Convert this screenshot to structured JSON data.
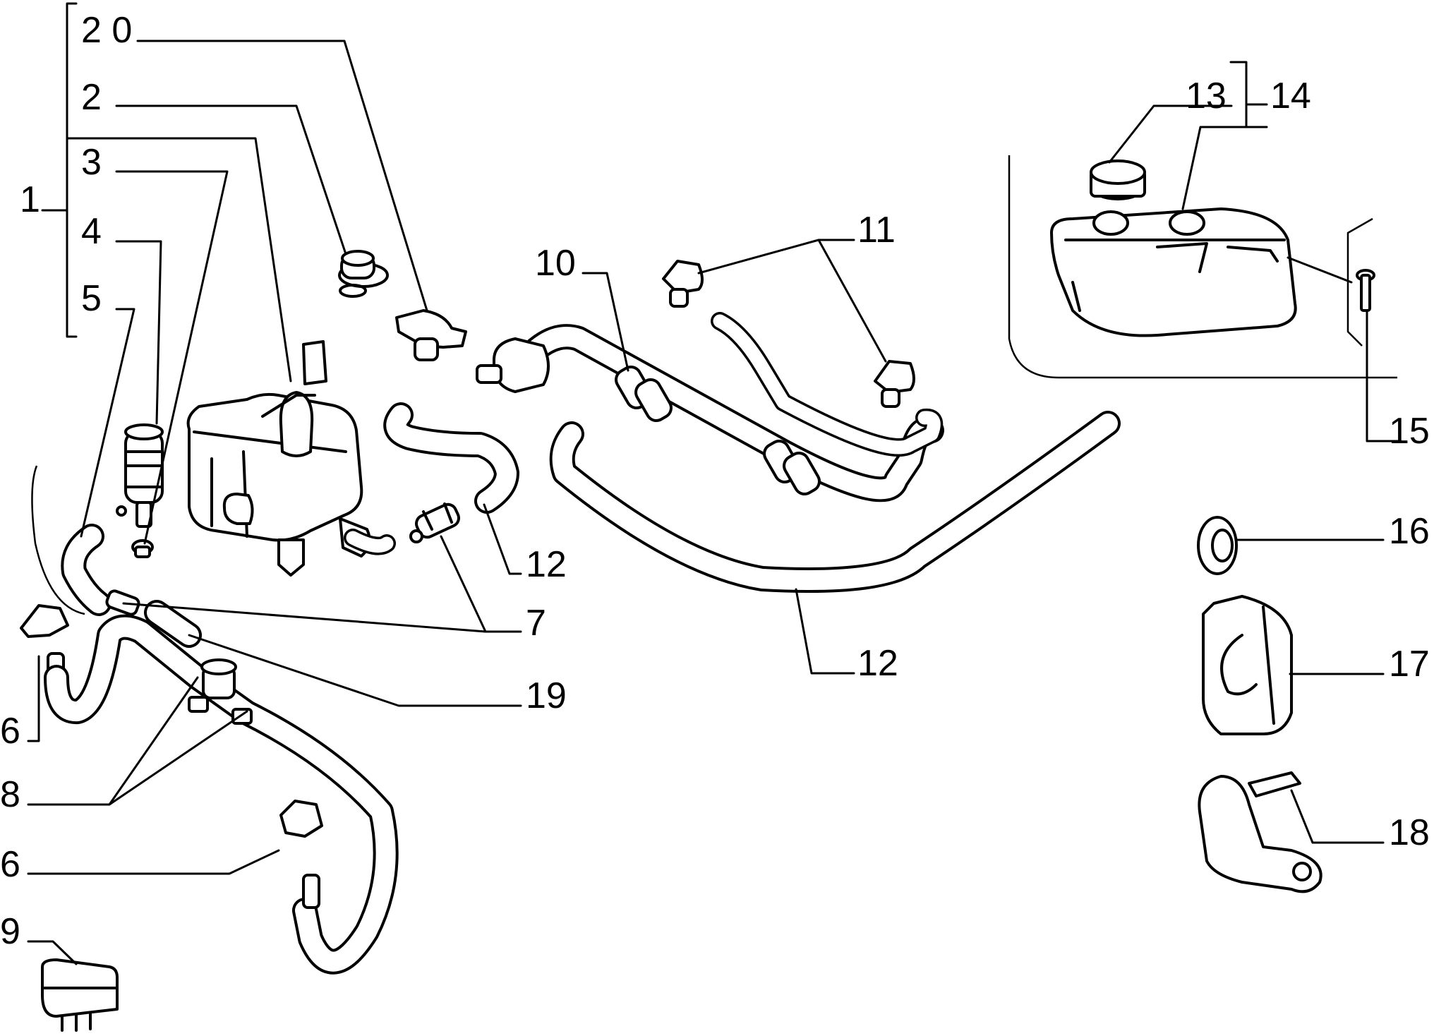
{
  "diagram": {
    "labels": {
      "l1": "1",
      "l2": "2",
      "l3": "3",
      "l4": "4",
      "l5": "5",
      "l6a": "6",
      "l6b": "6",
      "l7": "7",
      "l8": "8",
      "l9": "9",
      "l10": "10",
      "l11": "11",
      "l12a": "12",
      "l12b": "12",
      "l13": "13",
      "l14": "14",
      "l15": "15",
      "l16": "16",
      "l17": "17",
      "l18": "18",
      "l19": "19",
      "l20": "2 0"
    }
  }
}
